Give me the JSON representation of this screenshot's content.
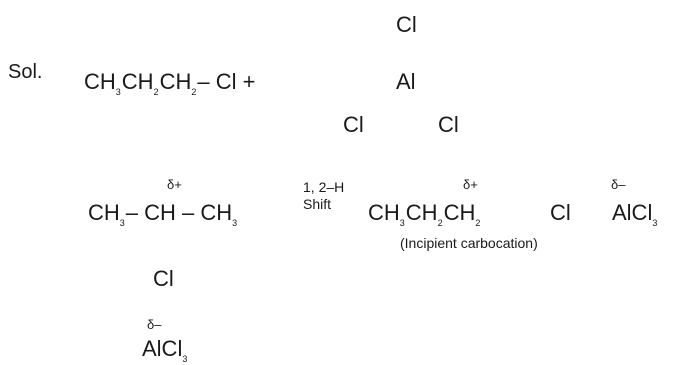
{
  "solution": {
    "label": "Sol.",
    "reactant": {
      "ch3": "CH",
      "ch3_sub": "3",
      "ch2a": "CH",
      "ch2a_sub": "2",
      "ch2b": "CH",
      "ch2b_sub": "2",
      "tail": "– Cl +"
    },
    "alcl3": {
      "cl_top": "Cl",
      "al": "Al",
      "cl_left": "Cl",
      "cl_right": "Cl"
    },
    "complex": {
      "delta_plus": "δ+",
      "ch3a": "CH",
      "ch3a_sub": "3",
      "mid": "– CH – CH",
      "ch3b_sub": "3",
      "cl_below": "Cl",
      "delta_minus": "δ–",
      "alcl": "AlCl",
      "alcl_sub": "3"
    },
    "shift": {
      "line1": "1, 2–H",
      "line2": "Shift"
    },
    "product": {
      "delta_plus": "δ+",
      "ch3": "CH",
      "ch3_sub": "3",
      "ch2a": "CH",
      "ch2a_sub": "2",
      "ch2b": "CH",
      "ch2b_sub": "2",
      "cl": "Cl",
      "delta_minus": "δ–",
      "alcl": "AlCl",
      "alcl_sub": "3",
      "note": "(Incipient carbocation)"
    }
  }
}
